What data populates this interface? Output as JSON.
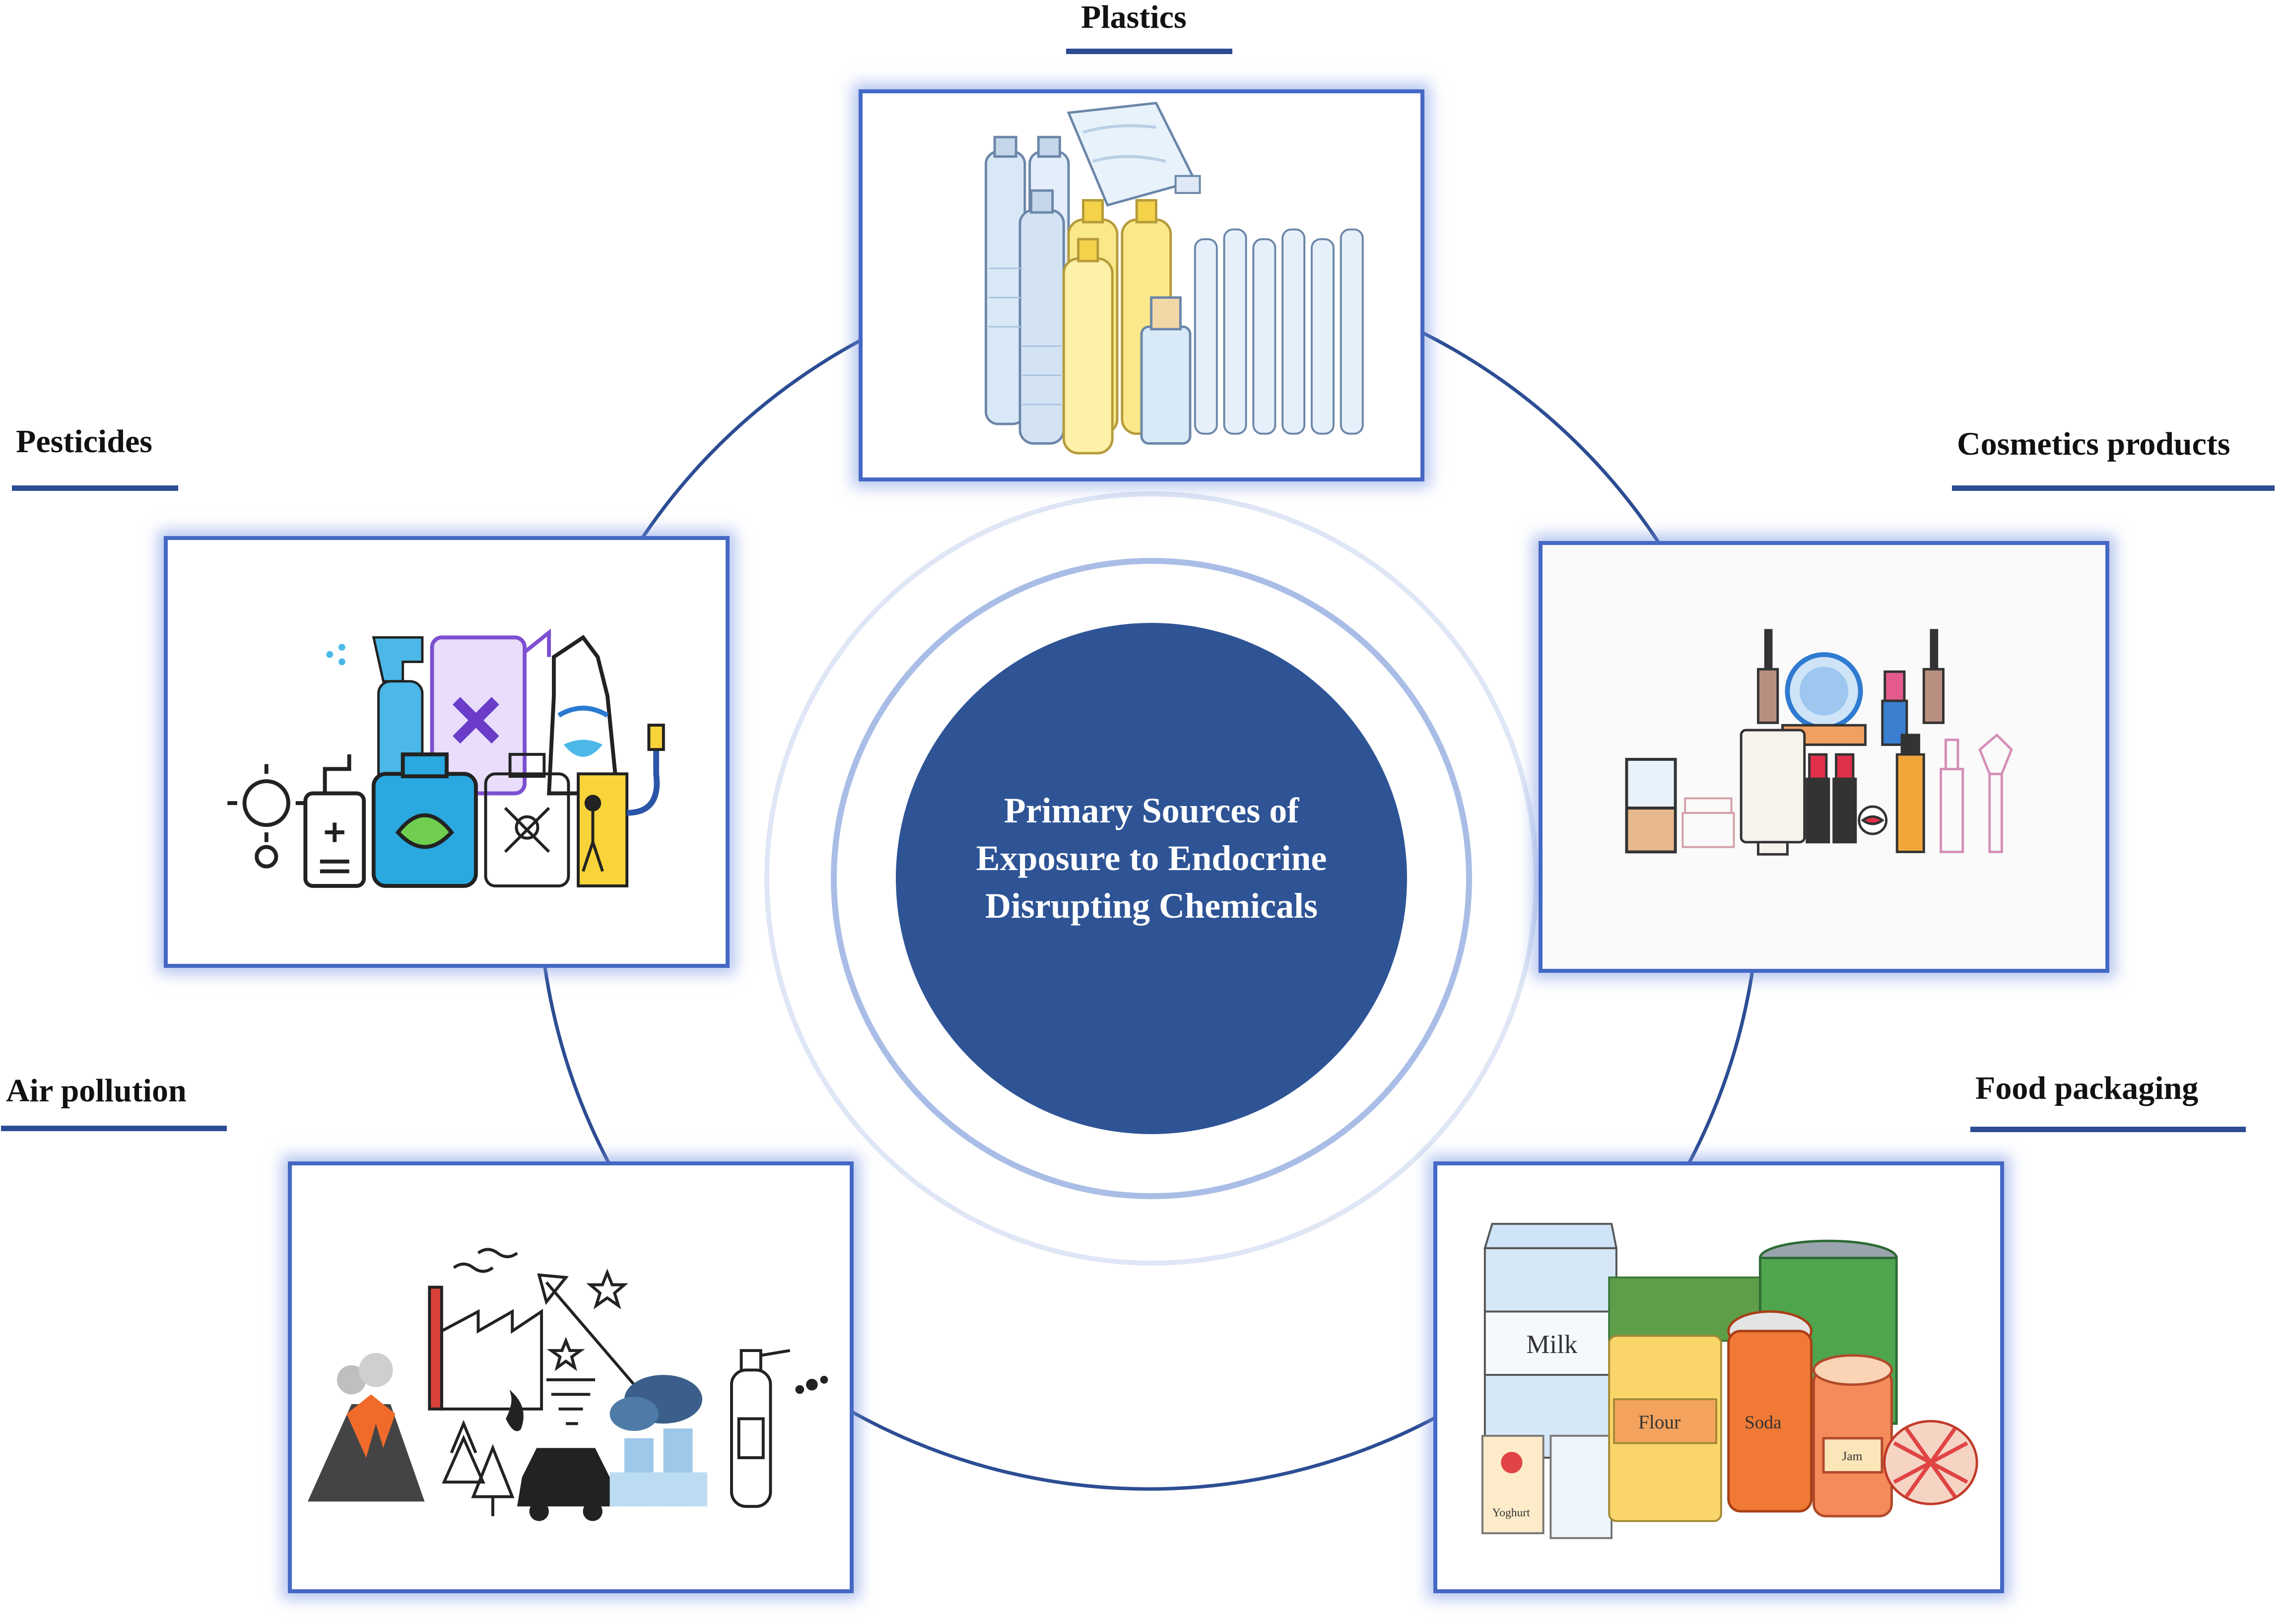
{
  "diagram": {
    "center": {
      "lines": [
        "Primary Sources of",
        "Exposure to Endocrine",
        "Disrupting Chemicals"
      ]
    },
    "sources": [
      {
        "id": "plastics",
        "label": "Plastics"
      },
      {
        "id": "cosmetics",
        "label": "Cosmetics products"
      },
      {
        "id": "food",
        "label": "Food packaging"
      },
      {
        "id": "air",
        "label": "Air pollution"
      },
      {
        "id": "pesticides",
        "label": "Pesticides"
      }
    ],
    "food_item_labels": {
      "milk": "Milk",
      "flour": "Flour",
      "soda": "Soda",
      "yoghurt": "Yoghurt",
      "jam": "Jam"
    },
    "colors": {
      "ring": "#2c4d93",
      "center_fill": "#2e5496",
      "panel_border": "#4468c4",
      "underline": "#2c4d93"
    }
  }
}
